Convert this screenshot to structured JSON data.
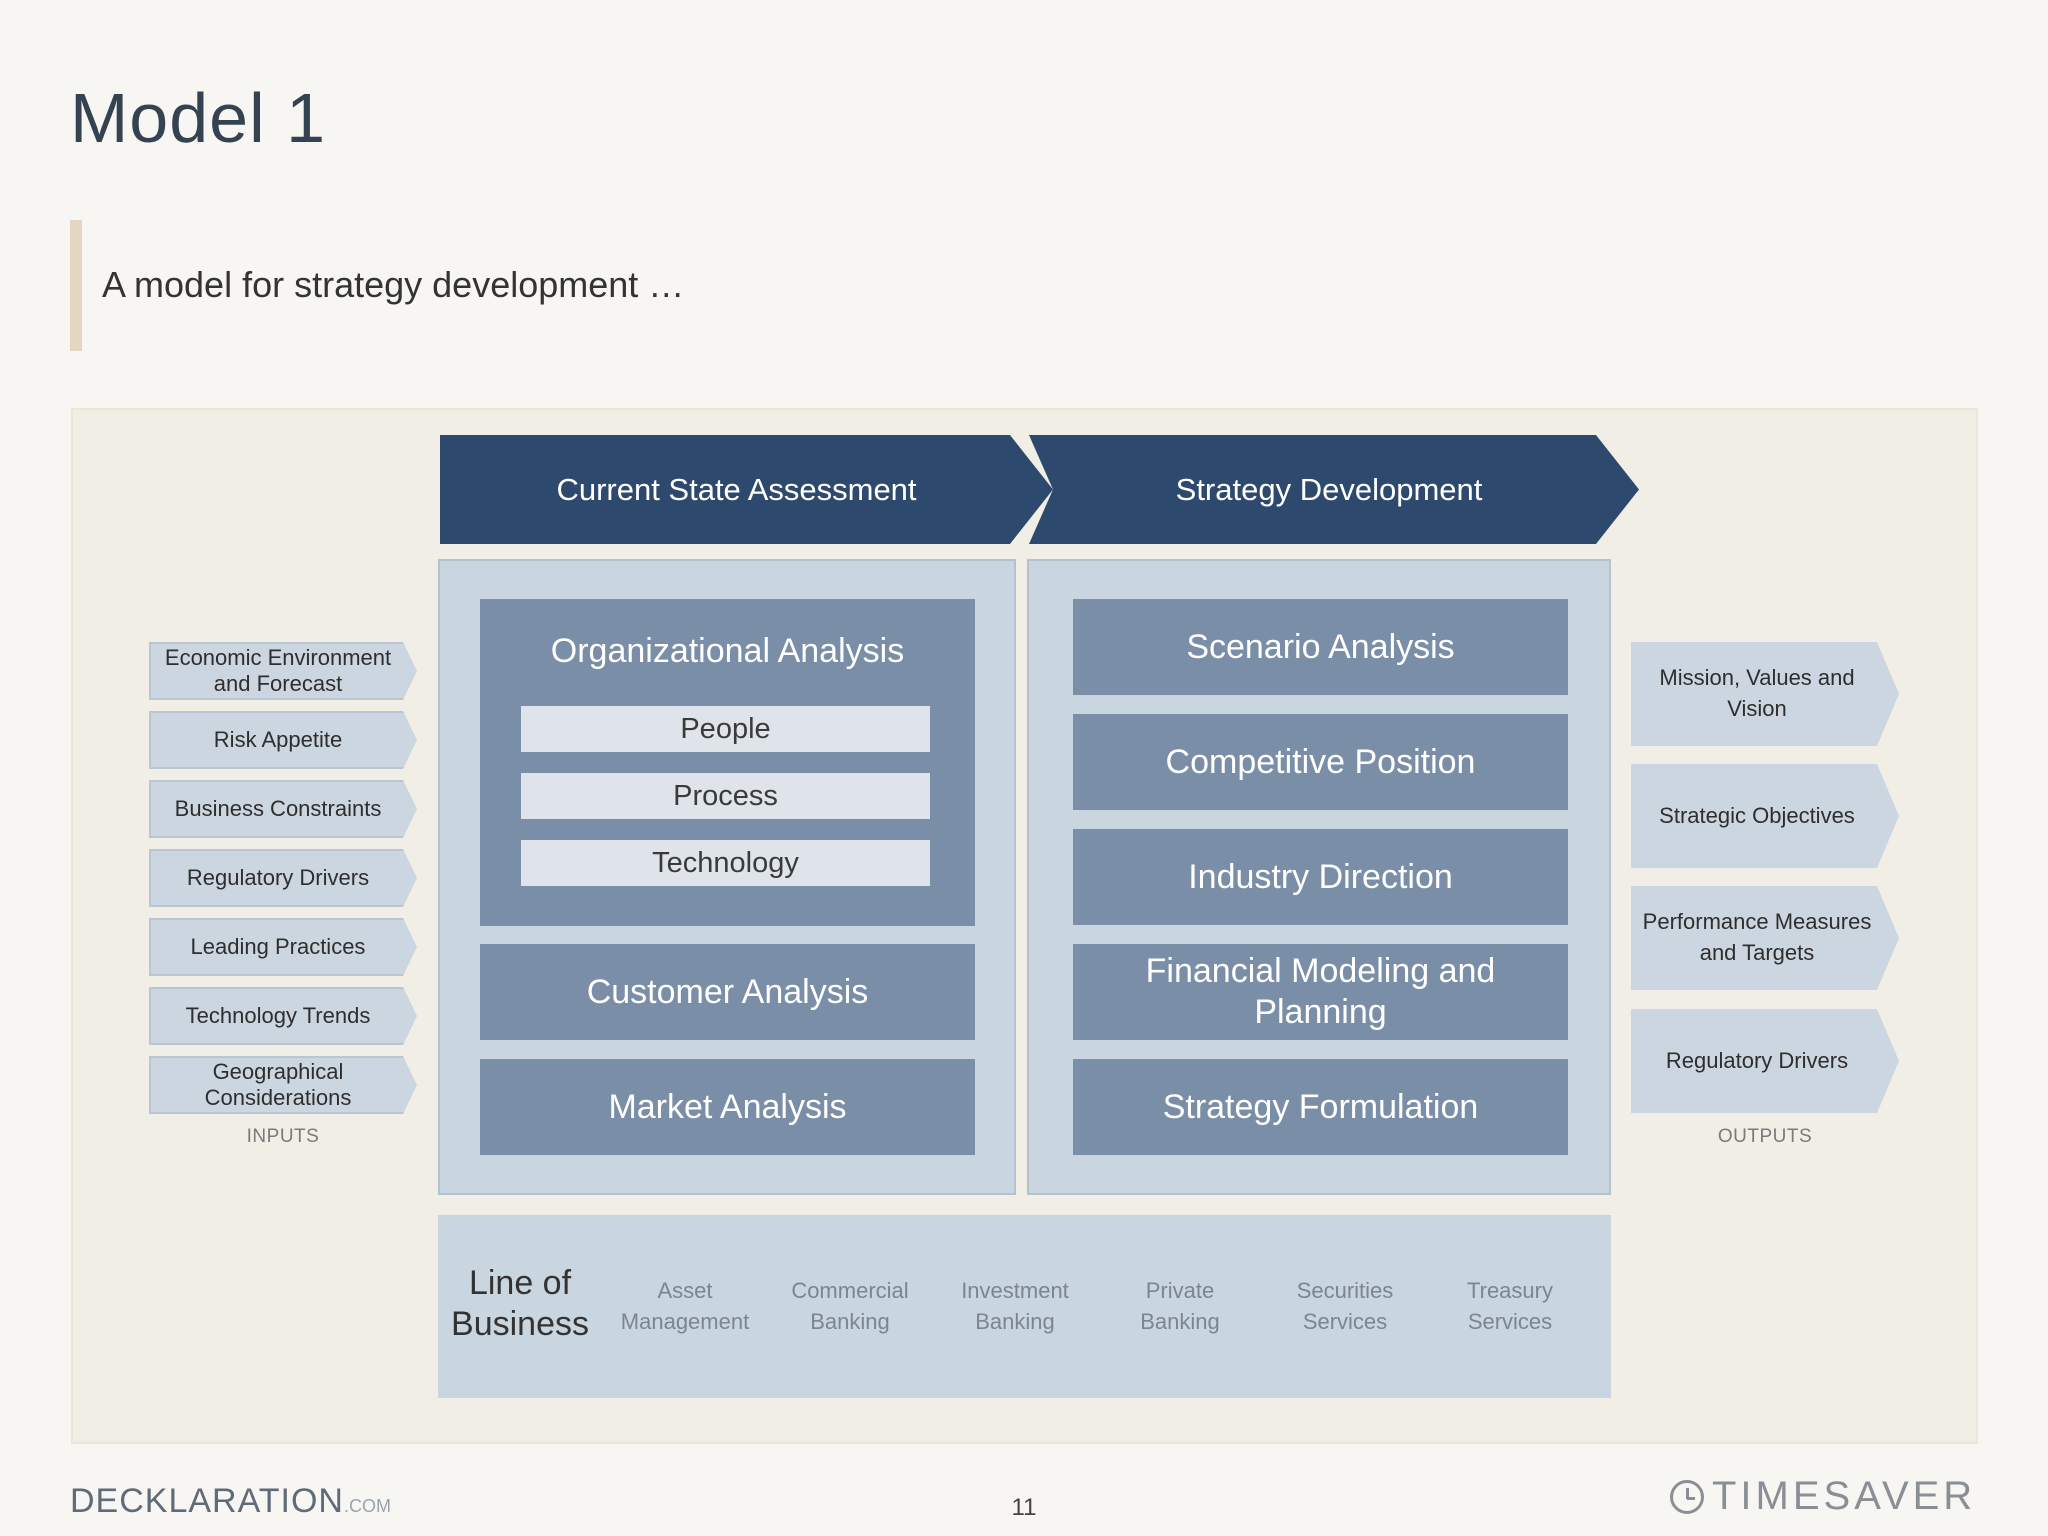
{
  "title": "Model 1",
  "subtitle": "A model for strategy development …",
  "phases": {
    "current_state": "Current State Assessment",
    "strategy_dev": "Strategy Development"
  },
  "current_state": {
    "organizational": {
      "title": "Organizational Analysis",
      "items": [
        "People",
        "Process",
        "Technology"
      ]
    },
    "customer": "Customer Analysis",
    "market": "Market Analysis"
  },
  "strategy": {
    "scenario": "Scenario Analysis",
    "competitive": "Competitive Position",
    "industry": "Industry Direction",
    "financial": "Financial Modeling and Planning",
    "formulation": "Strategy Formulation"
  },
  "inputs": {
    "label": "INPUTS",
    "items": [
      "Economic Environment and Forecast",
      "Risk Appetite",
      "Business Constraints",
      "Regulatory Drivers",
      "Leading Practices",
      "Technology Trends",
      "Geographical Considerations"
    ]
  },
  "outputs": {
    "label": "OUTPUTS",
    "items": [
      "Mission, Values and Vision",
      "Strategic Objectives",
      "Performance Measures and Targets",
      "Regulatory Drivers"
    ]
  },
  "line_of_business": {
    "title": "Line of Business",
    "items": [
      "Asset Management",
      "Commercial Banking",
      "Investment Banking",
      "Private Banking",
      "Securities Services",
      "Treasury Services"
    ]
  },
  "footer": {
    "brand": "DECKLARATION",
    "brand_suffix": ".COM",
    "page_number": "11",
    "partner": "TIMESAVER"
  }
}
